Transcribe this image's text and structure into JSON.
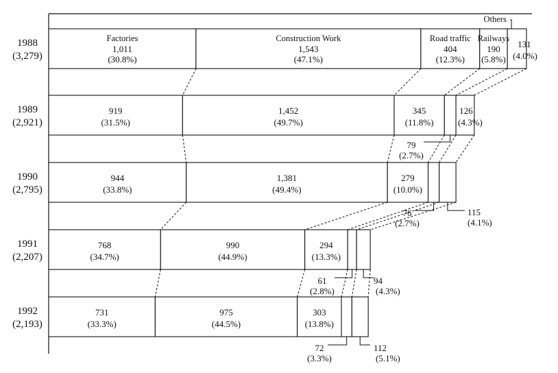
{
  "chart_data": {
    "type": "bar",
    "orientation": "horizontal-stacked",
    "categories": [
      "Factories",
      "Construction Work",
      "Road traffic",
      "Railways",
      "Others"
    ],
    "rows": [
      {
        "year": "1988",
        "total": "(3,279)",
        "values": [
          1011,
          1543,
          404,
          190,
          131
        ],
        "labels": [
          "1,011",
          "1,543",
          "404",
          "190",
          "131"
        ],
        "pcts": [
          "(30.8%)",
          "(47.1%)",
          "(12.3%)",
          "(5.8%)",
          "(4.0%)"
        ]
      },
      {
        "year": "1989",
        "total": "(2,921)",
        "values": [
          919,
          1452,
          345,
          79,
          126
        ],
        "labels": [
          "919",
          "1,452",
          "345",
          "79",
          "126"
        ],
        "pcts": [
          "(31.5%)",
          "(49.7%)",
          "(11.8%)",
          "(2.7%)",
          "(4.3%)"
        ]
      },
      {
        "year": "1990",
        "total": "(2,795)",
        "values": [
          944,
          1381,
          279,
          76,
          115
        ],
        "labels": [
          "944",
          "1,381",
          "279",
          "76",
          "115"
        ],
        "pcts": [
          "(33.8%)",
          "(49.4%)",
          "(10.0%)",
          "(2.7%)",
          "(4.1%)"
        ]
      },
      {
        "year": "1991",
        "total": "(2,207)",
        "values": [
          768,
          990,
          294,
          61,
          94
        ],
        "labels": [
          "768",
          "990",
          "294",
          "61",
          "94"
        ],
        "pcts": [
          "(34.7%)",
          "(44.9%)",
          "(13.3%)",
          "(2.8%)",
          "(4.3%)"
        ]
      },
      {
        "year": "1992",
        "total": "(2,193)",
        "values": [
          731,
          975,
          303,
          72,
          112
        ],
        "labels": [
          "731",
          "975",
          "303",
          "72",
          "112"
        ],
        "pcts": [
          "(33.3%)",
          "(44.5%)",
          "(13.8%)",
          "(3.3%)",
          "(5.1%)"
        ]
      }
    ],
    "xlim": [
      0,
      3279
    ],
    "grid": false
  }
}
